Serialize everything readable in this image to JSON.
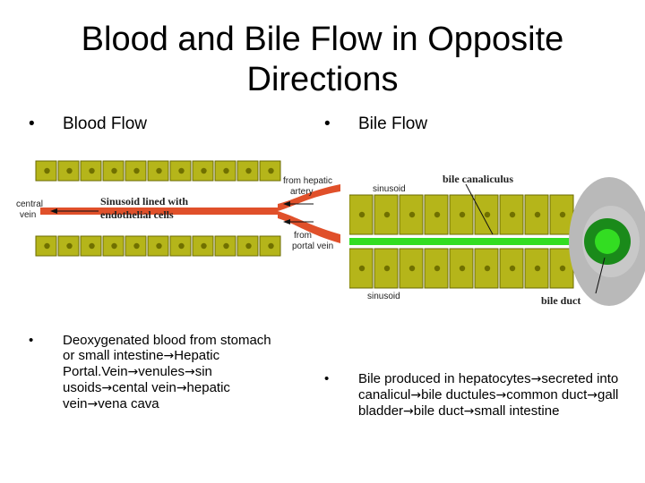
{
  "title_line1": "Blood and Bile Flow in Opposite",
  "title_line2": "Directions",
  "blood": {
    "heading": "Blood Flow",
    "body_parts": [
      "Deoxygenated blood from stomach or small intestine",
      "Hepatic Portal.Vein",
      "venules",
      "sin usoids",
      "cental vein",
      "hepatic vein",
      "vena cava"
    ],
    "diagram_labels": {
      "central_vein_1": "central",
      "central_vein_2": "vein",
      "sinusoid_1": "Sinusoid lined with",
      "sinusoid_2": "endothelial cells",
      "hepatic_artery_1": "from hepatic",
      "hepatic_artery_2": "artery",
      "portal_vein_1": "from",
      "portal_vein_2": "portal vein"
    }
  },
  "bile": {
    "heading": "Bile Flow",
    "body_parts": [
      "Bile produced in hepatocytes",
      "secreted into canalicul",
      "bile ductules",
      "common duct",
      "gall bladder",
      "bile duct",
      "small intestine"
    ],
    "diagram_labels": {
      "sinusoid_top": "sinusoid",
      "bile_canaliculus": "bile canaliculus",
      "sinusoid_bottom": "sinusoid",
      "bile_duct": "bile duct"
    }
  },
  "bullet": "•",
  "arrow_symbol": "→",
  "colors": {
    "hepatocyte": "#b5b51a",
    "nucleus": "#707000",
    "blood": "#e0502a",
    "bile": "#33dd22",
    "duct": "#aaaaaa"
  }
}
